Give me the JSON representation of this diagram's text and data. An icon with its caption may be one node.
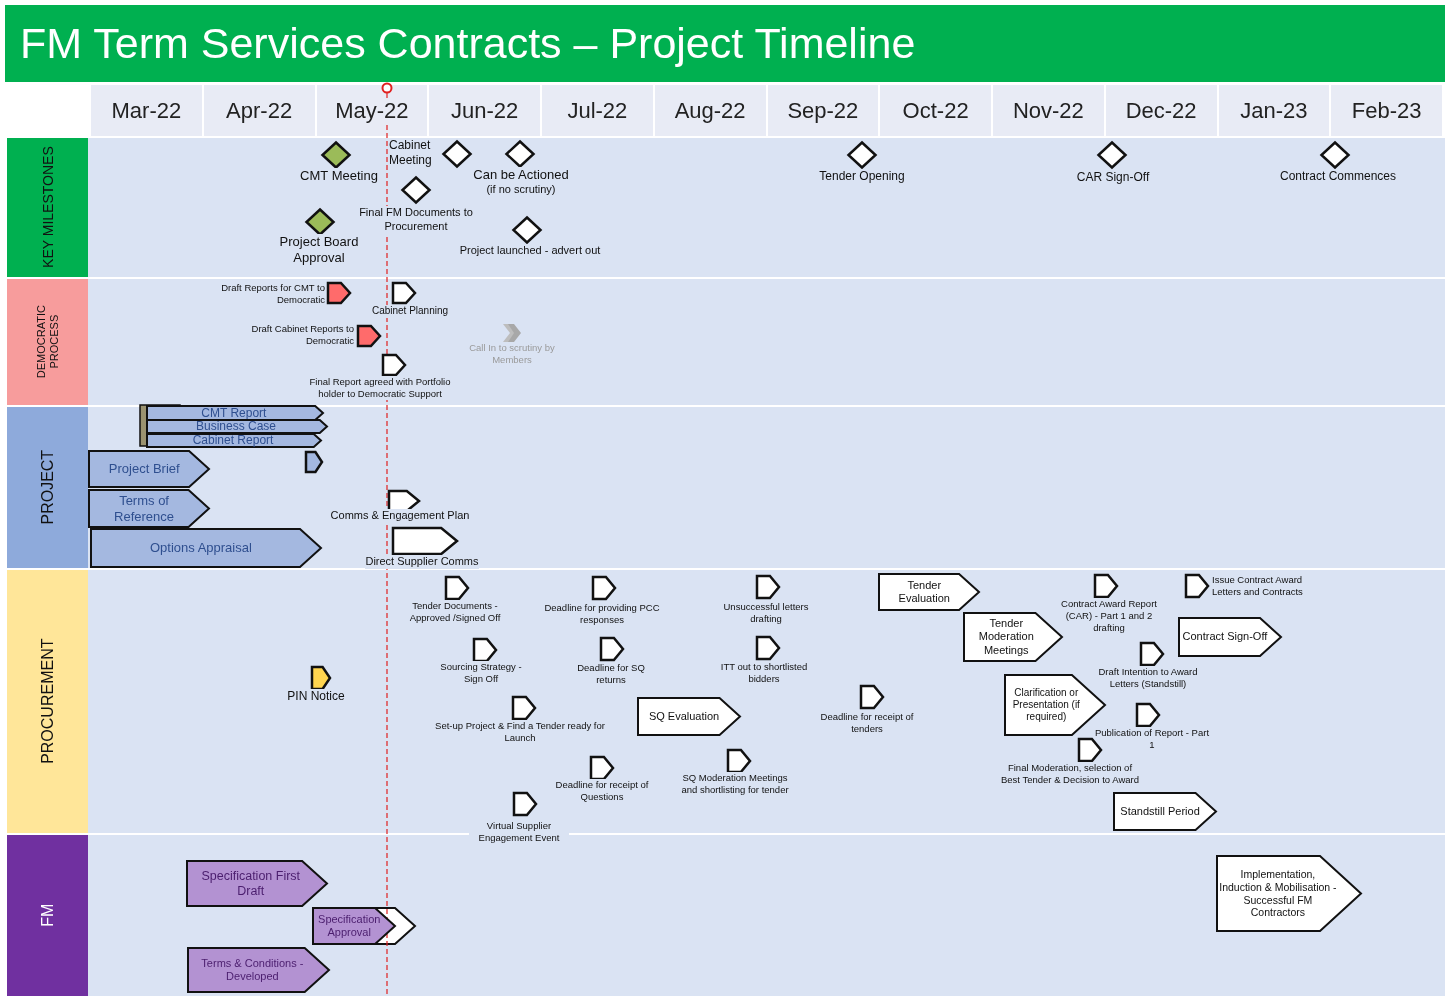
{
  "diagram": {
    "title": "FM Term Services Contracts – Project Timeline",
    "nodes": [
      {
        "text": [
          "KEY MILESTONES"
        ]
      },
      {
        "text": [],
        "shape": "diamond",
        "in": 0,
        "beside": [
          "CMT Meeting"
        ]
      },
      {
        "text": [],
        "shape": "diamond",
        "in": 0,
        "beside": [
          "Cabinet Meeting"
        ]
      },
      {
        "text": [],
        "shape": "diamond",
        "in": 0,
        "beside": [
          "Can be Actioned",
          "(if no scrutiny)"
        ]
      },
      {
        "text": [],
        "shape": "diamond",
        "in": 0,
        "beside": [
          "Final FM Documents to Procurement"
        ]
      },
      {
        "text": [],
        "shape": "diamond",
        "in": 0,
        "beside": [
          "Project Board Approval"
        ]
      },
      {
        "text": [],
        "shape": "diamond",
        "in": 0,
        "beside": [
          "Project launched - advert out"
        ]
      },
      {
        "text": [],
        "shape": "diamond",
        "in": 0,
        "beside": [
          "Tender Opening"
        ]
      },
      {
        "text": [],
        "shape": "diamond",
        "in": 0,
        "beside": [
          "CAR Sign-Off"
        ]
      },
      {
        "text": [],
        "shape": "diamond",
        "in": 0,
        "beside": [
          "Contract Commences"
        ]
      },
      {
        "text": [
          "DEMOCRATIC PROCESS"
        ]
      },
      {
        "text": [],
        "shape": "pentagon",
        "in": 10,
        "beside": [
          "Draft Reports for CMT to Democratic"
        ]
      },
      {
        "text": [],
        "shape": "pentagon",
        "in": 10,
        "beside": [
          "Cabinet Planning"
        ]
      },
      {
        "text": [],
        "shape": "pentagon",
        "in": 10,
        "beside": [
          "Draft Cabinet Reports to Democratic"
        ]
      },
      {
        "text": [],
        "shape": "chevron",
        "in": 10,
        "beside": [
          "Call In to scrutiny by Members"
        ]
      },
      {
        "text": [],
        "shape": "pentagon",
        "in": 10,
        "beside": [
          "Final Report agreed with Portfolio holder to Democratic Support"
        ]
      },
      {
        "text": [
          "PROJECT"
        ]
      },
      {
        "text": [
          "CMT Report"
        ],
        "in": 16
      },
      {
        "text": [
          "Business Case"
        ],
        "in": 16
      },
      {
        "text": [
          "Cabinet Report"
        ],
        "in": 16
      },
      {
        "text": [
          "Project Brief"
        ],
        "in": 16
      },
      {
        "text": [],
        "shape": "pentagon",
        "in": 16
      },
      {
        "text": [
          "Terms of Reference"
        ],
        "in": 16
      },
      {
        "text": [],
        "shape": "pentagon",
        "in": 16,
        "beside": [
          "Comms & Engagement Plan"
        ]
      },
      {
        "text": [
          "Options Appraisal"
        ],
        "in": 16
      },
      {
        "text": [],
        "shape": "pentagon",
        "in": 16,
        "beside": [
          "Direct Supplier Comms"
        ]
      },
      {
        "text": [
          "PROCUREMENT"
        ]
      },
      {
        "text": [],
        "shape": "pentagon",
        "in": 26,
        "beside": [
          "Tender Documents - Approved /Signed Off"
        ]
      },
      {
        "text": [],
        "shape": "pentagon",
        "in": 26,
        "beside": [
          "Deadline for providing PCC responses"
        ]
      },
      {
        "text": [],
        "shape": "pentagon",
        "in": 26,
        "beside": [
          "Unsuccessful letters drafting"
        ]
      },
      {
        "text": [
          "Tender Evaluation"
        ],
        "in": 26
      },
      {
        "text": [],
        "shape": "pentagon",
        "in": 26,
        "beside": [
          "Contract Award Report (CAR) - Part 1 and 2 drafting"
        ]
      },
      {
        "text": [],
        "shape": "pentagon",
        "in": 26,
        "beside": [
          "Issue Contract Award Letters and Contracts"
        ]
      },
      {
        "text": [
          "Tender Moderation Meetings"
        ],
        "in": 26
      },
      {
        "text": [
          "Contract Sign-Off"
        ],
        "in": 26
      },
      {
        "text": [],
        "shape": "pentagon",
        "in": 26,
        "beside": [
          "Sourcing Strategy - Sign Off"
        ]
      },
      {
        "text": [],
        "shape": "pentagon",
        "in": 26,
        "beside": [
          "Deadline for SQ returns"
        ]
      },
      {
        "text": [],
        "shape": "pentagon",
        "in": 26,
        "beside": [
          "ITT out to shortlisted bidders"
        ]
      },
      {
        "text": [],
        "shape": "pentagon",
        "in": 26,
        "beside": [
          "Draft Intention to Award Letters (Standstill)"
        ]
      },
      {
        "text": [],
        "shape": "pentagon",
        "in": 26,
        "beside": [
          "PIN Notice"
        ]
      },
      {
        "text": [
          "Clarification or Presentation (if required)"
        ],
        "in": 26
      },
      {
        "text": [],
        "shape": "pentagon",
        "in": 26,
        "beside": [
          "Set-up Project & Find a Tender ready for Launch"
        ]
      },
      {
        "text": [
          "SQ Evaluation"
        ],
        "in": 26
      },
      {
        "text": [],
        "shape": "pentagon",
        "in": 26,
        "beside": [
          "Deadline for receipt of tenders"
        ]
      },
      {
        "text": [],
        "shape": "pentagon",
        "in": 26,
        "beside": [
          "Publication of Report - Part 1"
        ]
      },
      {
        "text": [],
        "shape": "pentagon",
        "in": 26,
        "beside": [
          "Final Moderation, selection of Best Tender & Decision to Award"
        ]
      },
      {
        "text": [],
        "shape": "pentagon",
        "in": 26,
        "beside": [
          "Deadline for receipt of Questions"
        ]
      },
      {
        "text": [],
        "shape": "pentagon",
        "in": 26,
        "beside": [
          "SQ Moderation Meetings and shortlisting for tender"
        ]
      },
      {
        "text": [],
        "shape": "pentagon",
        "in": 26,
        "beside": [
          "Virtual Supplier Engagement Event"
        ]
      },
      {
        "text": [
          "Standstill Period"
        ],
        "in": 26
      },
      {
        "text": [
          "FM"
        ]
      },
      {
        "text": [
          "Specification First Draft"
        ],
        "in": 50
      },
      {
        "text": [
          "Specification Approval"
        ],
        "in": 50
      },
      {
        "text": [
          "Terms & Conditions - Developed"
        ],
        "in": 50
      },
      {
        "text": [
          "Implementation, Induction & Mobilisation - Successful FM Contractors"
        ],
        "in": 50
      }
    ],
    "labels": [
      "Mar-22",
      "Apr-22",
      "May-22",
      "Jun-22",
      "Jul-22",
      "Aug-22",
      "Sep-22",
      "Oct-22",
      "Nov-22",
      "Dec-22",
      "Jan-23",
      "Feb-23"
    ]
  }
}
